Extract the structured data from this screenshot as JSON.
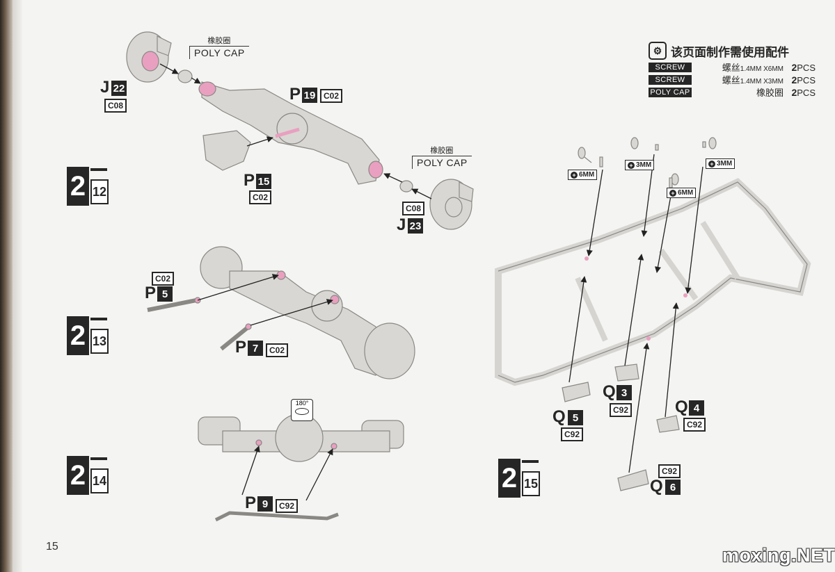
{
  "page_number": "15",
  "watermark": "moxing.NET",
  "legend": {
    "title": "该页面制作需使用配件",
    "icon": "gear-icon",
    "rows": [
      {
        "tag": "SCREW",
        "desc": "螺丝",
        "size": "1.4MM X6MM",
        "qty_num": "2",
        "qty_unit": "PCS"
      },
      {
        "tag": "SCREW",
        "desc": "螺丝",
        "size": "1.4MM X3MM",
        "qty_num": "2",
        "qty_unit": "PCS"
      },
      {
        "tag": "POLY CAP",
        "desc": "橡胶圈",
        "size": "",
        "qty_num": "2",
        "qty_unit": "PCS"
      }
    ]
  },
  "polycaps": [
    {
      "cn": "橡胶圈",
      "en": "POLY CAP"
    },
    {
      "cn": "橡胶圈",
      "en": "POLY CAP"
    }
  ],
  "steps": [
    {
      "major": "2",
      "minor": "12"
    },
    {
      "major": "2",
      "minor": "13"
    },
    {
      "major": "2",
      "minor": "14"
    },
    {
      "major": "2",
      "minor": "15"
    }
  ],
  "parts": {
    "j22": {
      "letter": "J",
      "num": "22",
      "sprue": "C08"
    },
    "p19": {
      "letter": "P",
      "num": "19",
      "sprue": "C02"
    },
    "p15": {
      "letter": "P",
      "num": "15",
      "sprue": "C02"
    },
    "c08b": {
      "sprue": "C08"
    },
    "j23": {
      "letter": "J",
      "num": "23"
    },
    "p5": {
      "letter": "P",
      "num": "5",
      "sprue": "C02"
    },
    "p7": {
      "letter": "P",
      "num": "7",
      "sprue": "C02"
    },
    "p9": {
      "letter": "P",
      "num": "9",
      "sprue": "C92"
    },
    "q3": {
      "letter": "Q",
      "num": "3",
      "sprue": "C92"
    },
    "q4": {
      "letter": "Q",
      "num": "4",
      "sprue": "C92"
    },
    "q5": {
      "letter": "Q",
      "num": "5",
      "sprue": "C92"
    },
    "q6": {
      "letter": "Q",
      "num": "6",
      "sprue": "C92"
    }
  },
  "screws": [
    {
      "label": "6MM"
    },
    {
      "label": "3MM"
    },
    {
      "label": "6MM"
    },
    {
      "label": "3MM"
    }
  ],
  "rotate_label": "180°",
  "colors": {
    "ink": "#262626",
    "pink": "#e9a0c0",
    "part": "#d9d7d3"
  }
}
